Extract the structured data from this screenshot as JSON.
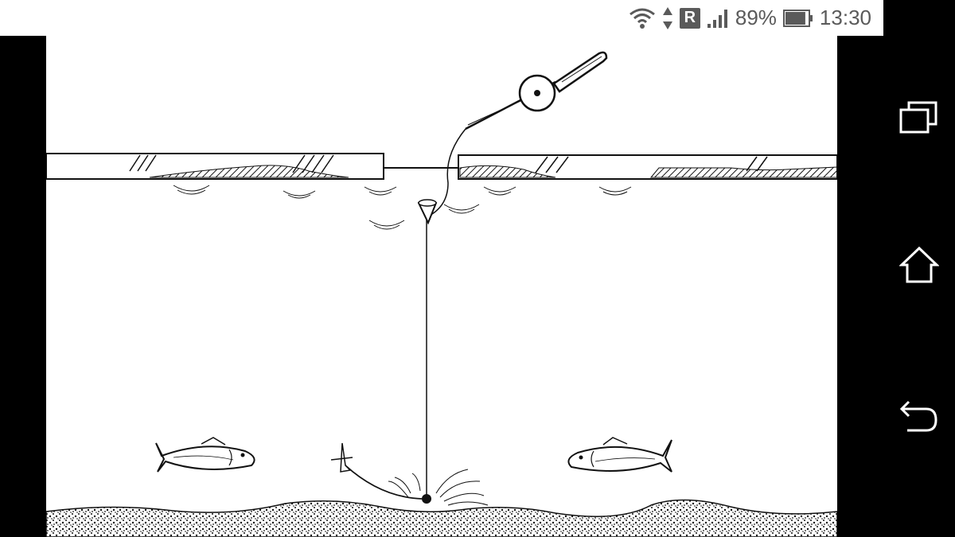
{
  "status_bar": {
    "battery_percent": "89%",
    "battery_level": 0.89,
    "time": "13:30",
    "roaming_label": "R",
    "icons": [
      "wifi-icon",
      "data-arrows-icon",
      "roaming-icon",
      "signal-icon",
      "battery-icon"
    ]
  },
  "nav_bar": {
    "icons": [
      "recent-apps-icon",
      "home-icon",
      "back-icon"
    ]
  },
  "image": {
    "subject": "ice-fishing-illustration"
  },
  "colors": {
    "status_text": "#5a5a5a",
    "background": "#000000",
    "viewer": "#ffffff"
  }
}
